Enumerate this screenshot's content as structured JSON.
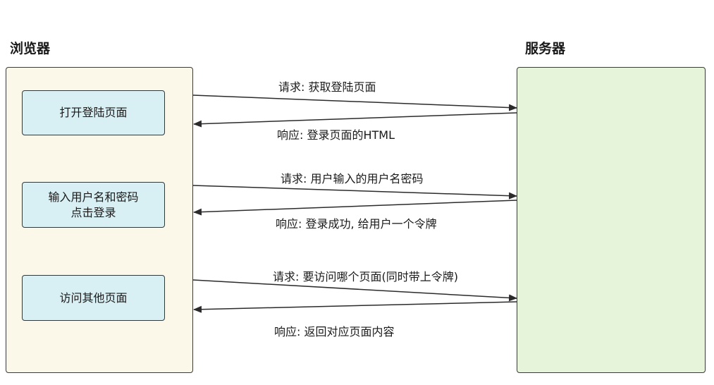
{
  "browser": {
    "title": "浏览器"
  },
  "server": {
    "title": "服务器"
  },
  "steps": [
    {
      "lines": [
        "打开登陆页面"
      ]
    },
    {
      "lines": [
        "输入用户名和密码",
        "点击登录"
      ]
    },
    {
      "lines": [
        "访问其他页面"
      ]
    }
  ],
  "messages": [
    {
      "request": "请求: 获取登陆页面",
      "response": "响应: 登录页面的HTML"
    },
    {
      "request": "请求: 用户输入的用户名密码",
      "response": "响应: 登录成功, 给用户一个令牌"
    },
    {
      "request": "请求: 要访问哪个页面(同时带上令牌)",
      "response": "响应: 返回对应页面内容"
    }
  ],
  "colors": {
    "browser_bg": "#fbf8ea",
    "server_bg": "#e6f5d9",
    "step_bg": "#d8eff3",
    "arrow": "#2b2b2b"
  }
}
